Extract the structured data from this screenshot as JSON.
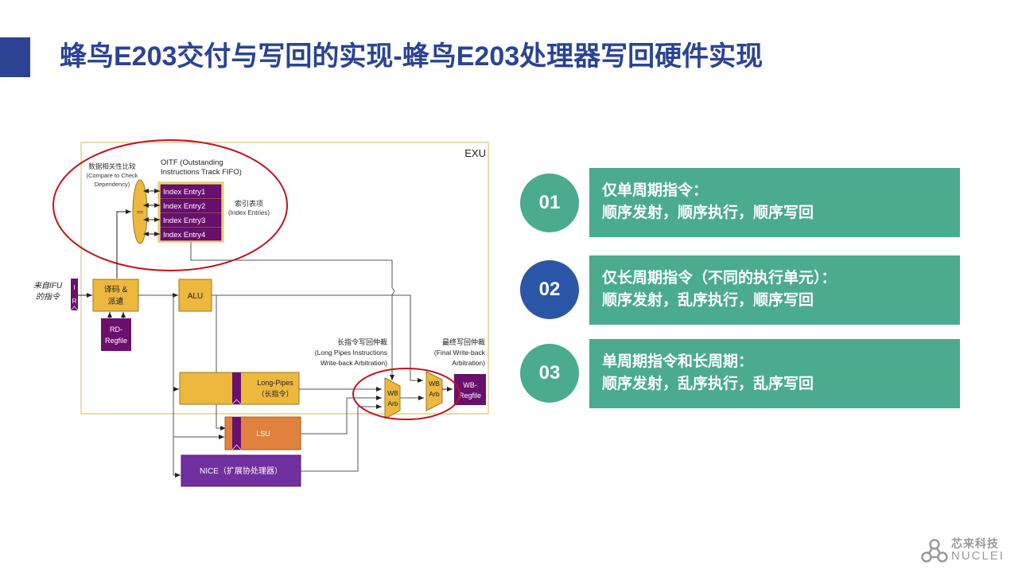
{
  "slide": {
    "title": "蜂鸟E203交付与写回的实现-蜂鸟E203处理器写回硬件实现",
    "accent_color": "#2B4392"
  },
  "diagram": {
    "exu_label": "EXU",
    "dependency_label_cn": "数据相关性比较",
    "dependency_label_en1": "(Compare to Check",
    "dependency_label_en2": "Dependency)",
    "comparator_symbol": "==",
    "oitf_title1": "OITF (Outstanding",
    "oitf_title2": "Instructions Track FIFO)",
    "index_entries": [
      "Index Entry1",
      "Index Entry2",
      "Index Entry3",
      "Index Entry4"
    ],
    "index_entries_label_cn": "索引表项",
    "index_entries_label_en": "(Index Entries)",
    "from_ifu_line1": "来自IFU",
    "from_ifu_line2": "的指令",
    "ir_label_top": "I",
    "ir_label_bottom": "R",
    "decode_line1": "译码 &",
    "decode_line2": "派遣",
    "rd_regfile_line1": "RD-",
    "rd_regfile_line2": "Regfile",
    "alu_label": "ALU",
    "long_pipes_line1": "Long-Pipes",
    "long_pipes_line2": "（长指令）",
    "lsu_label": "LSU",
    "nice_label": "NICE（扩展协处理器）",
    "long_arb_label_cn": "长指令写回仲裁",
    "long_arb_label_en1": "(Long Pipes Instructions",
    "long_arb_label_en2": "Write-back Arbitration)",
    "final_arb_label_cn": "最终写回仲裁",
    "final_arb_label_en1": "(Final Write-back",
    "final_arb_label_en2": "Arbitration)",
    "wb_arb_line1": "WB",
    "wb_arb_line2": "Arb",
    "wb_regfile_line1": "WB-",
    "wb_regfile_line2": "Regfile",
    "colors": {
      "orange": "#EDB83D",
      "purple": "#6A0F6E",
      "lsu_orange": "#E0823D",
      "nice_purple": "#7030A0",
      "highlight_red": "#C0141E",
      "exu_border": "#E3CF9A"
    }
  },
  "points": [
    {
      "number": "01",
      "circle_color": "#4AAB8F",
      "line1": "仅单周期指令：",
      "line2": "顺序发射，顺序执行，顺序写回"
    },
    {
      "number": "02",
      "circle_color": "#2B55A6",
      "line1": "仅长周期指令（不同的执行单元）：",
      "line2": "顺序发射，乱序执行，顺序写回"
    },
    {
      "number": "03",
      "circle_color": "#4AAB8F",
      "line1": "单周期指令和长周期：",
      "line2": "顺序发射，乱序执行，乱序写回"
    }
  ],
  "logo": {
    "name_cn": "芯来科技",
    "name_en": "NUCLEI"
  }
}
